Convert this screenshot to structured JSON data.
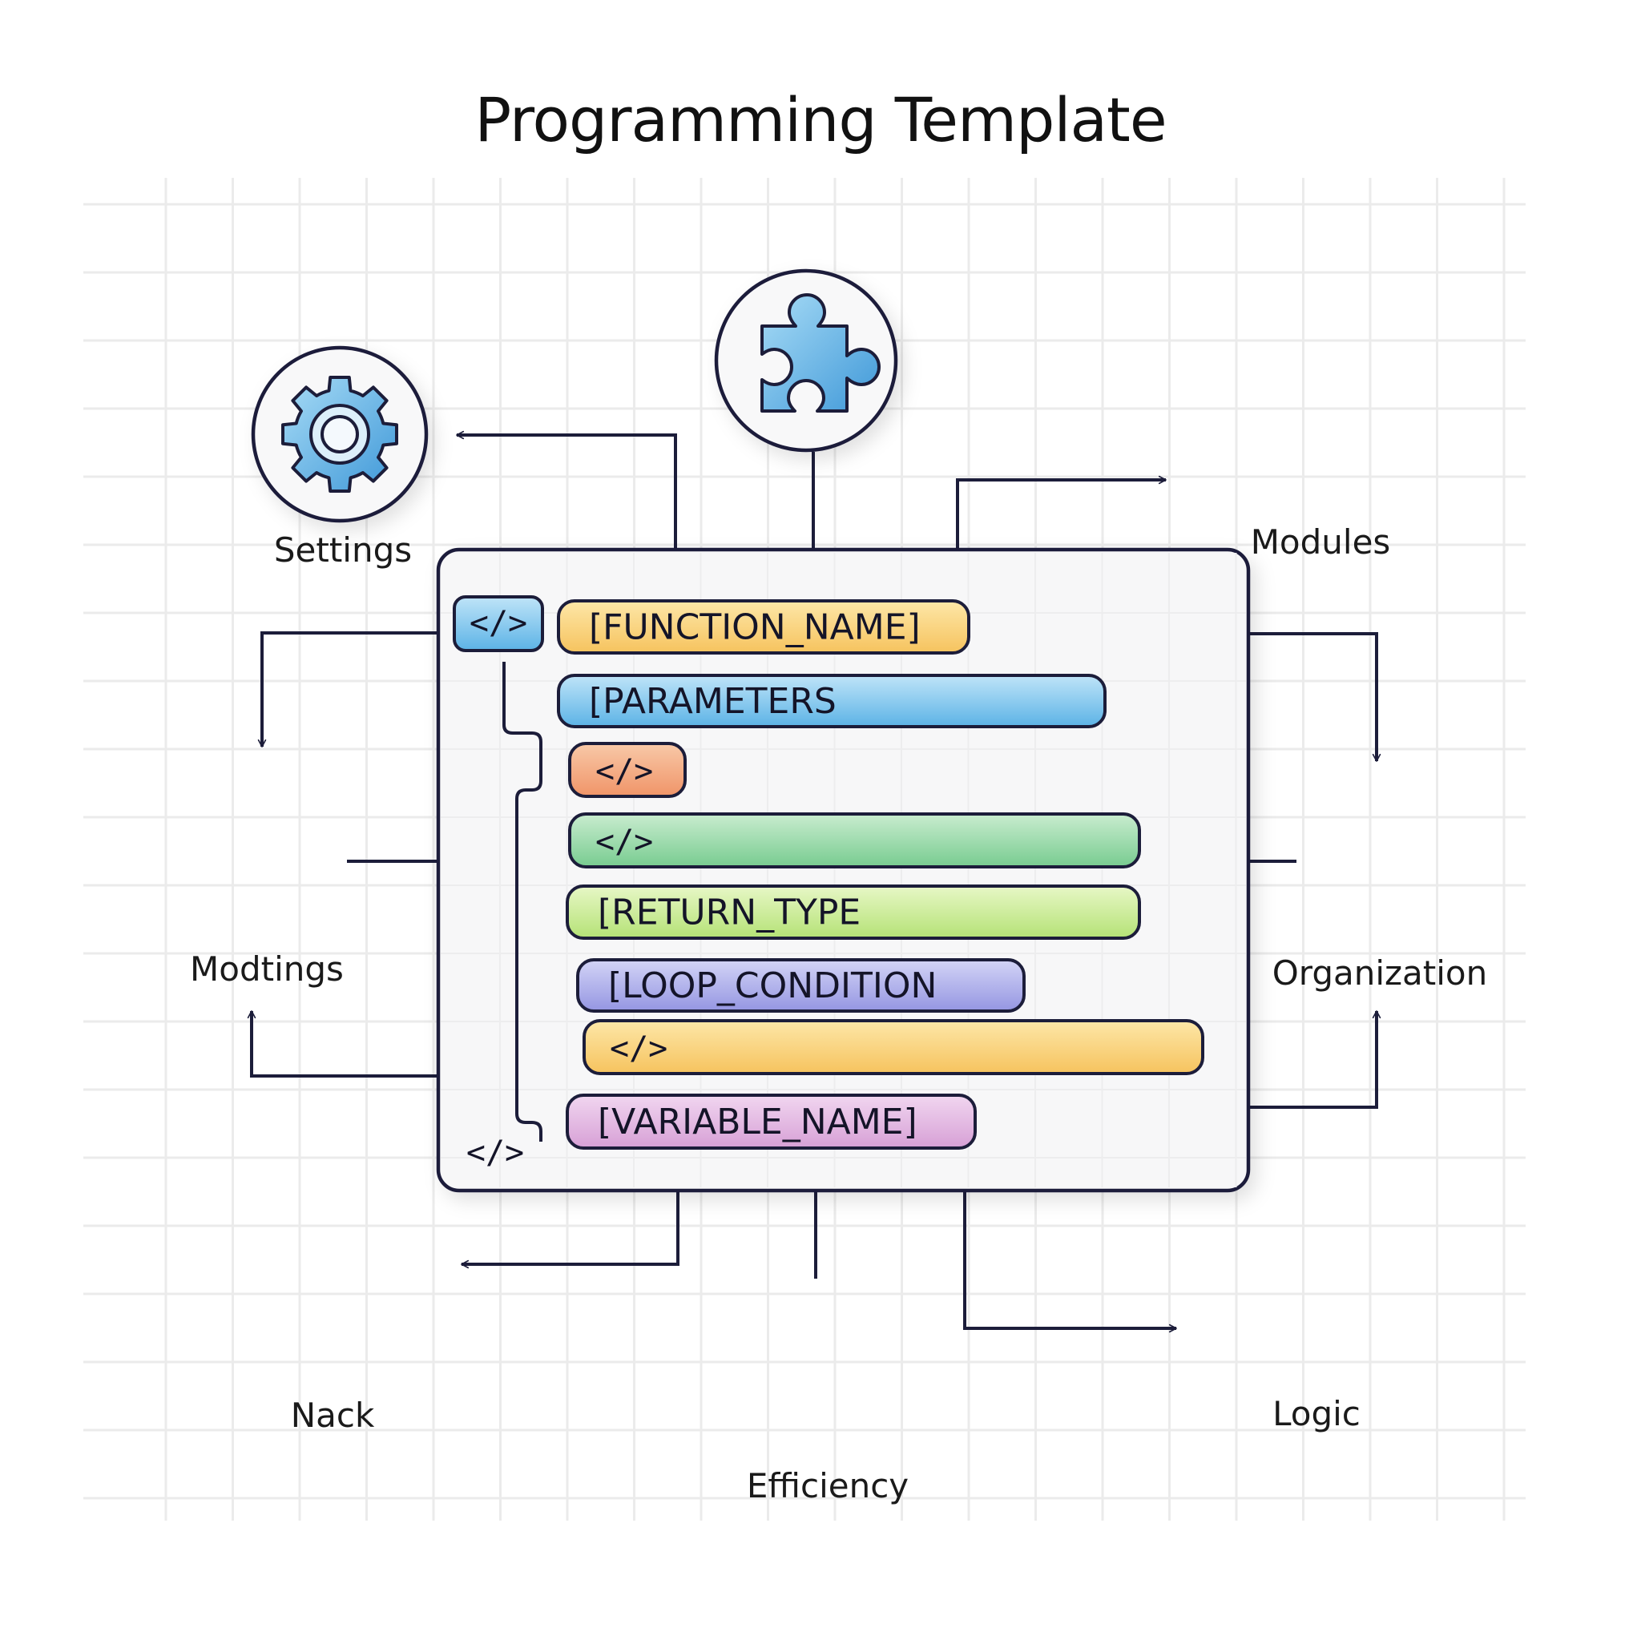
{
  "title": "Programming Template",
  "colors": {
    "stroke": "#1c1d3a",
    "grid": "#ebebeb",
    "panel_bg": "#f7f7f8",
    "blue": "#5fb3e6",
    "yellow": "#f7cc6e",
    "orange": "#f2a27a",
    "green": "#8fd6a3",
    "lime": "#c7ea92",
    "purple": "#a9aaea",
    "pink": "#e2b4df",
    "red": "#ee6a55"
  },
  "nodes": [
    {
      "id": "puzzle",
      "label": "",
      "icon": "puzzle-piece-icon"
    },
    {
      "id": "settings",
      "label": "Settings",
      "icon": "gear-icon"
    },
    {
      "id": "modules",
      "label": "Modules",
      "icon": "folder-icon"
    },
    {
      "id": "modtings",
      "label": "Modtings",
      "icon": "puzzle-pieces-icon"
    },
    {
      "id": "organization",
      "label": "Organization",
      "icon": "organization-orbit-icon"
    },
    {
      "id": "nack",
      "label": "Nack",
      "icon": "hierarchy-tree-icon"
    },
    {
      "id": "efficiency",
      "label": "Efficiency",
      "icon": "clock-icon"
    },
    {
      "id": "logic",
      "label": "Logic",
      "icon": "flowchart-icon"
    }
  ],
  "code_panel": {
    "open_tag": "</>",
    "close_tag": "</>",
    "bars": [
      {
        "label": "[FUNCTION_NAME]",
        "color": "yellow"
      },
      {
        "label": "[PARAMETERS",
        "color": "blue"
      },
      {
        "label": "</>",
        "color": "orange"
      },
      {
        "label": "</>",
        "color": "green"
      },
      {
        "label": "[RETURN_TYPE",
        "color": "lime"
      },
      {
        "label": "[LOOP_CONDITION",
        "color": "purple"
      },
      {
        "label": "</>",
        "color": "yellow"
      },
      {
        "label": "[VARIABLE_NAME]",
        "color": "pink"
      }
    ]
  }
}
